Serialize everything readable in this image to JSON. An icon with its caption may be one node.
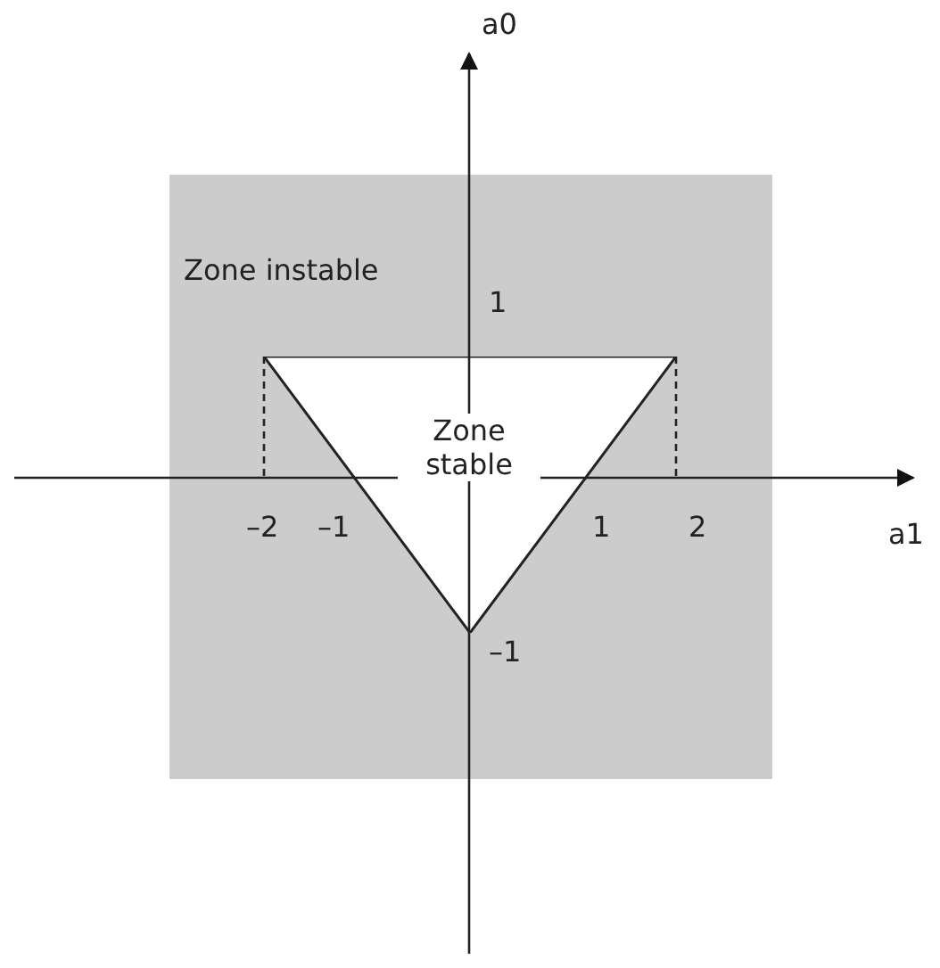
{
  "diagram": {
    "nodes": [
      {
        "text": [
          "Zone instable"
        ]
      },
      {
        "text": [
          "Zone stable"
        ],
        "in": 0
      }
    ],
    "labels": [
      "a0",
      "1",
      "–2",
      "–1",
      "1",
      "2",
      "a1",
      "–1"
    ]
  }
}
